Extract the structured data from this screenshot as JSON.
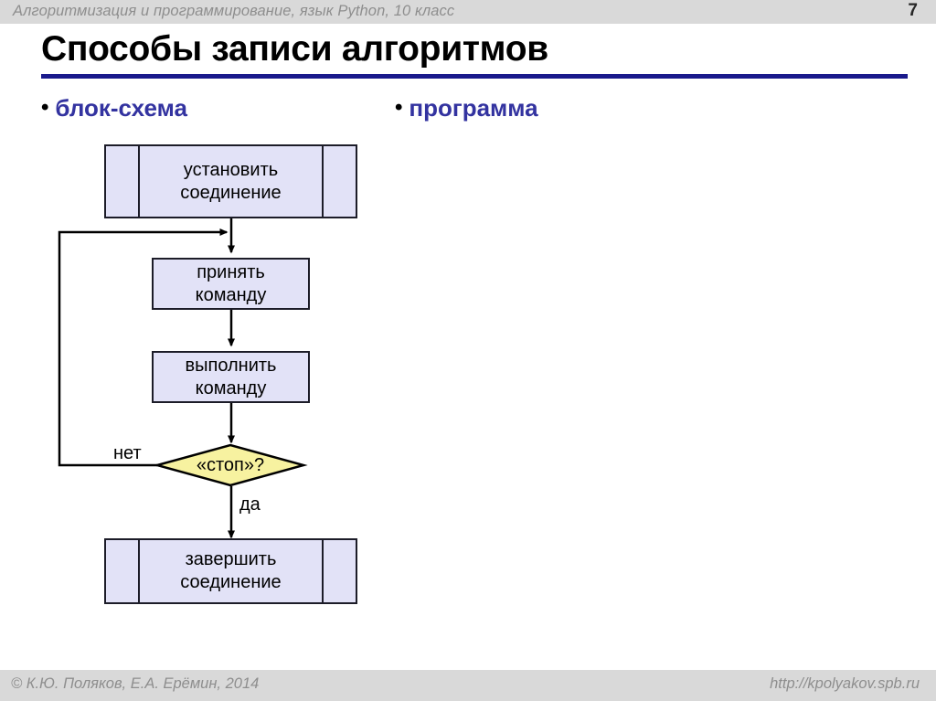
{
  "header": {
    "title": "Алгоритмизация и программирование, язык Python, 10 класс",
    "page_number": "7",
    "background_color": "#d9d9d9",
    "text_color": "#8e8e8e"
  },
  "title": {
    "text": "Способы записи алгоритмов",
    "rule_color": "#1a1a8c"
  },
  "bullets": [
    {
      "marker": "•",
      "label": "блок-схема",
      "color": "#3333a0"
    },
    {
      "marker": "•",
      "label": "программа",
      "color": "#3333a0"
    }
  ],
  "flowchart": {
    "fill_color": "#e2e2f7",
    "decision_fill_color": "#f7f2a0",
    "stroke_color": "#1c1c28",
    "nodes": [
      {
        "id": "start",
        "type": "predefined-process",
        "label": "установить\nсоединение"
      },
      {
        "id": "receive",
        "type": "process",
        "label": "принять\nкоманду"
      },
      {
        "id": "execute",
        "type": "process",
        "label": "выполнить\nкоманду"
      },
      {
        "id": "check",
        "type": "decision",
        "label": "«стоп»?"
      },
      {
        "id": "finish",
        "type": "predefined-process",
        "label": "завершить\nсоединение"
      }
    ],
    "edge_labels": {
      "no": "нет",
      "yes": "да"
    }
  },
  "footer": {
    "copyright": "© К.Ю. Поляков, Е.А. Ерёмин, 2014",
    "url": "http://kpolyakov.spb.ru"
  }
}
